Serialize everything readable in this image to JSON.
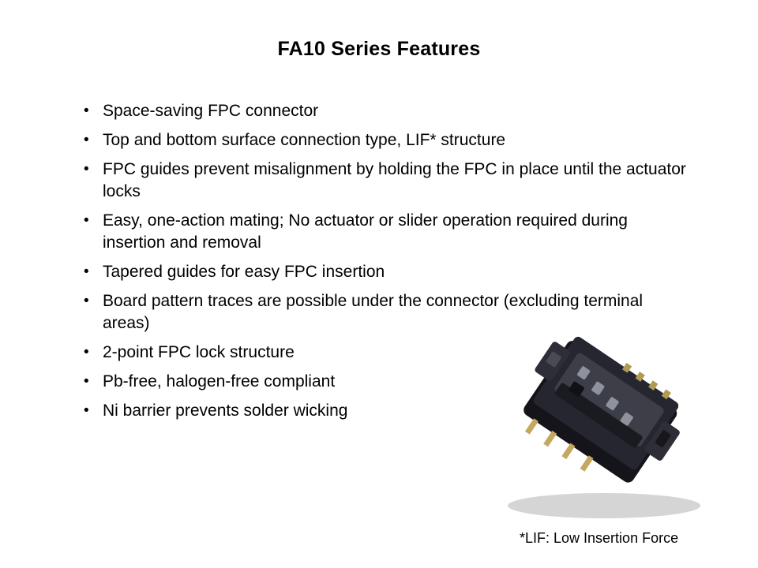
{
  "slide": {
    "title": "FA10 Series Features",
    "bullets": [
      "Space-saving FPC connector",
      "Top and bottom surface connection type, LIF* structure",
      "FPC guides prevent misalignment by holding the FPC in place until the actuator locks",
      "Easy, one-action mating; No actuator or slider operation required during insertion and removal",
      "Tapered guides for easy FPC insertion",
      "Board pattern traces are possible under the connector (excluding terminal areas)",
      "2-point FPC lock structure",
      "Pb-free, halogen-free compliant",
      "Ni barrier prevents solder wicking"
    ],
    "footnote": "*LIF: Low Insertion Force"
  },
  "image": {
    "description": "black FPC connector product photo with drop shadow",
    "shadow_color": "#d5d5d5",
    "base_color": "#14141a",
    "body_color": "#262630",
    "actuator_color": "#3e3e49",
    "hole_color": "#8d929c",
    "pin_color": "#c6a75e",
    "contact_color": "#b09a55"
  },
  "colors": {
    "background": "#ffffff",
    "text": "#000000"
  }
}
